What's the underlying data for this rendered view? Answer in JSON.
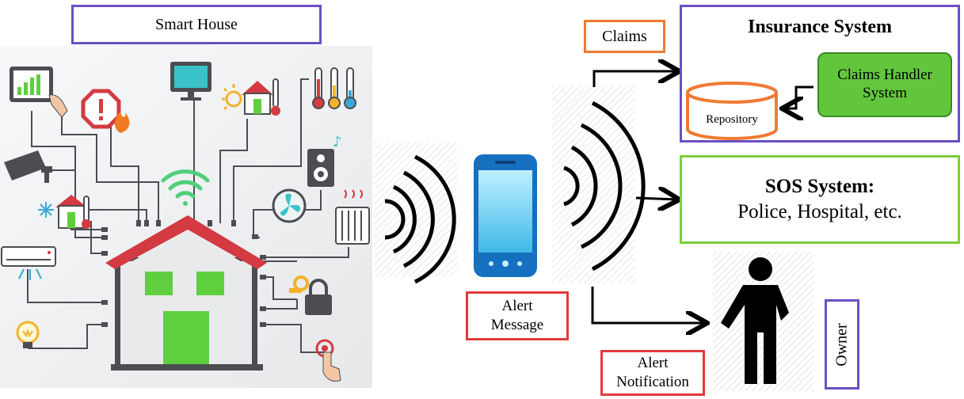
{
  "labels": {
    "smart_house": "Smart House",
    "claims": "Claims",
    "insurance_title": "Insurance System",
    "claims_handler_line1": "Claims Handler",
    "claims_handler_line2": "System",
    "repository": "Repository",
    "sos_title": "SOS System:",
    "sos_subtitle": "Police, Hospital, etc.",
    "alert_message_line1": "Alert",
    "alert_message_line2": "Message",
    "alert_notification_line1": "Alert",
    "alert_notification_line2": "Notification",
    "owner": "Owner"
  },
  "colors": {
    "smart_house_border": "#6b4fc2",
    "claims_border": "#f07a33",
    "insurance_border": "#6b4fc2",
    "handler_fill": "#62c63c",
    "repository_border": "#f07a33",
    "sos_border": "#7ccf3a",
    "alert_border": "#e23a3a",
    "owner_border": "#6b4fc2",
    "roof": "#d33a42",
    "house_wall": "#e9eaec",
    "house_dark": "#4b4d52",
    "window_green": "#5fcf3f",
    "wifi_green": "#4fd07a"
  },
  "icons": [
    "tablet-chart-icon",
    "warning-fire-icon",
    "monitor-icon",
    "sun-house-icon",
    "thermometers-icon",
    "camera-icon",
    "speaker-icon",
    "cold-house-icon",
    "fan-icon",
    "heater-icon",
    "air-conditioner-icon",
    "lock-key-icon",
    "lightbulb-icon",
    "touch-icon",
    "wifi-icon",
    "smartphone-icon",
    "person-icon"
  ]
}
